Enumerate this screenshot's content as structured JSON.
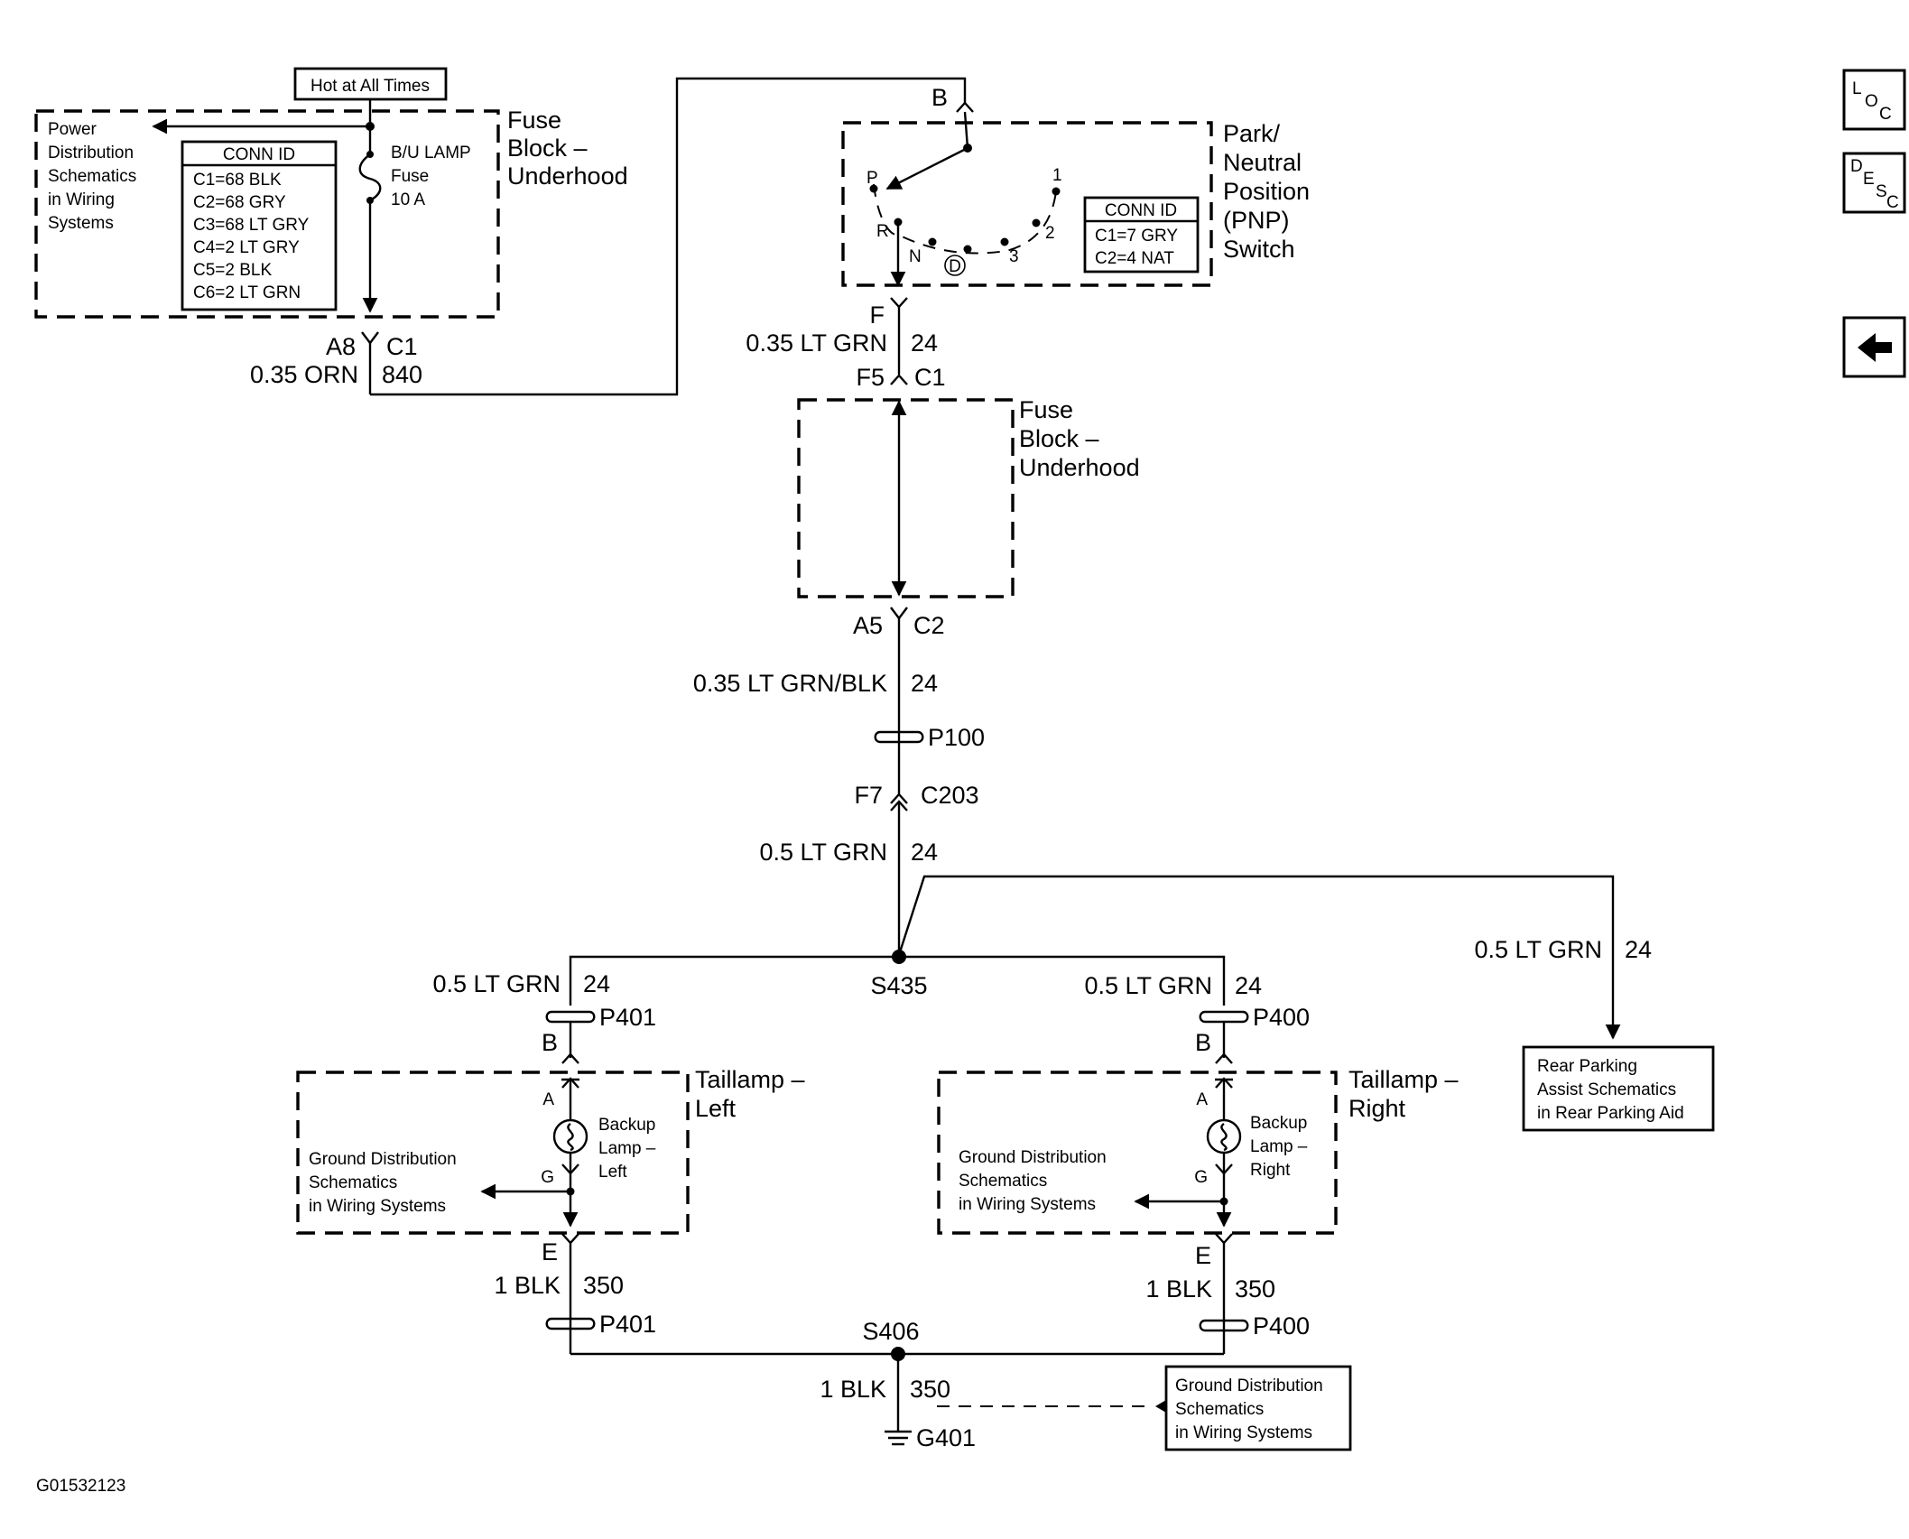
{
  "hot_label": "Hot at All Times",
  "power_ref": [
    "Power",
    "Distribution",
    "Schematics",
    "in Wiring",
    "Systems"
  ],
  "fuse_block_1": [
    "Fuse",
    "Block –",
    "Underhood"
  ],
  "conn_id_1": {
    "title": "CONN ID",
    "rows": [
      "C1=68 BLK",
      "C2=68 GRY",
      "C3=68 LT GRY",
      "C4=2 LT GRY",
      "C5=2 BLK",
      "C6=2 LT GRN"
    ]
  },
  "fuse": [
    "B/U LAMP",
    "Fuse",
    "10 A"
  ],
  "wire_840": {
    "pin": "A8",
    "conn": "C1",
    "wire": "0.35 ORN",
    "circuit": "840"
  },
  "pnp_pin_b": "B",
  "pnp_title": [
    "Park/",
    "Neutral",
    "Position",
    "(PNP)",
    "Switch"
  ],
  "pnp_positions": {
    "p": "P",
    "r": "R",
    "n": "N",
    "d": "D",
    "three": "3",
    "two": "2",
    "one": "1"
  },
  "conn_id_2": {
    "title": "CONN ID",
    "rows": [
      "C1=7 GRY",
      "C2=4 NAT"
    ]
  },
  "pnp_pin_f": "F",
  "wire_24_a": {
    "wire": "0.35 LT GRN",
    "circuit": "24"
  },
  "fuse_block_2_conn_top": {
    "pin": "F5",
    "conn": "C1"
  },
  "fuse_block_2": [
    "Fuse",
    "Block –",
    "Underhood"
  ],
  "fuse_block_2_conn_bottom": {
    "pin": "A5",
    "conn": "C2"
  },
  "wire_24_b": {
    "wire": "0.35 LT GRN/BLK",
    "circuit": "24"
  },
  "splice_p100": "P100",
  "c203": {
    "pin": "F7",
    "conn": "C203"
  },
  "wire_24_c": {
    "wire": "0.5 LT GRN",
    "circuit": "24"
  },
  "splice_s435": "S435",
  "wire_24_left": {
    "wire": "0.5 LT GRN",
    "circuit": "24"
  },
  "wire_24_right": {
    "wire": "0.5 LT GRN",
    "circuit": "24"
  },
  "wire_24_rpa": {
    "wire": "0.5 LT GRN",
    "circuit": "24"
  },
  "rpa_ref": [
    "Rear Parking",
    "Assist Schematics",
    "in Rear Parking Aid"
  ],
  "left_lamp": {
    "conn": "P401",
    "pin_b": "B",
    "pin_a": "A",
    "pin_g": "G",
    "pin_e": "E",
    "title": [
      "Taillamp –",
      "Left"
    ],
    "bulb": [
      "Backup",
      "Lamp –",
      "Left"
    ],
    "ground_ref": [
      "Ground Distribution",
      "Schematics",
      "in Wiring Systems"
    ],
    "wire": "1 BLK",
    "circuit": "350",
    "conn_bottom": "P401"
  },
  "right_lamp": {
    "conn": "P400",
    "pin_b": "B",
    "pin_a": "A",
    "pin_g": "G",
    "pin_e": "E",
    "title": [
      "Taillamp –",
      "Right"
    ],
    "bulb": [
      "Backup",
      "Lamp –",
      "Right"
    ],
    "ground_ref": [
      "Ground Distribution",
      "Schematics",
      "in Wiring Systems"
    ],
    "wire": "1 BLK",
    "circuit": "350",
    "conn_bottom": "P400"
  },
  "splice_s406": "S406",
  "ground_wire": {
    "wire": "1 BLK",
    "circuit": "350"
  },
  "ground_g401": "G401",
  "ground_ref_bottom": [
    "Ground Distribution",
    "Schematics",
    "in Wiring Systems"
  ],
  "figure_id": "G01532123",
  "nav": {
    "loc": [
      "L",
      "O",
      "C"
    ],
    "desc": [
      "D",
      "E",
      "S",
      "C"
    ]
  }
}
